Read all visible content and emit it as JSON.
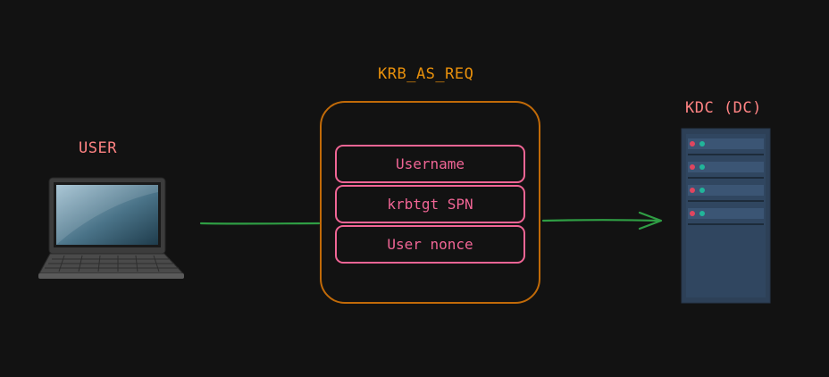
{
  "nodes": {
    "user": {
      "label": "USER"
    },
    "request": {
      "label": "KRB_AS_REQ"
    },
    "kdc": {
      "label": "KDC (DC)"
    }
  },
  "request_fields": [
    "Username",
    "krbtgt SPN",
    "User nonce"
  ],
  "colors": {
    "background": "#121212",
    "node_label": "#ff8383",
    "request_label": "#e8900c",
    "request_border": "#c16a08",
    "field_border": "#f06595",
    "arrow": "#2f9e44"
  },
  "icons": [
    "laptop-icon",
    "server-icon"
  ]
}
